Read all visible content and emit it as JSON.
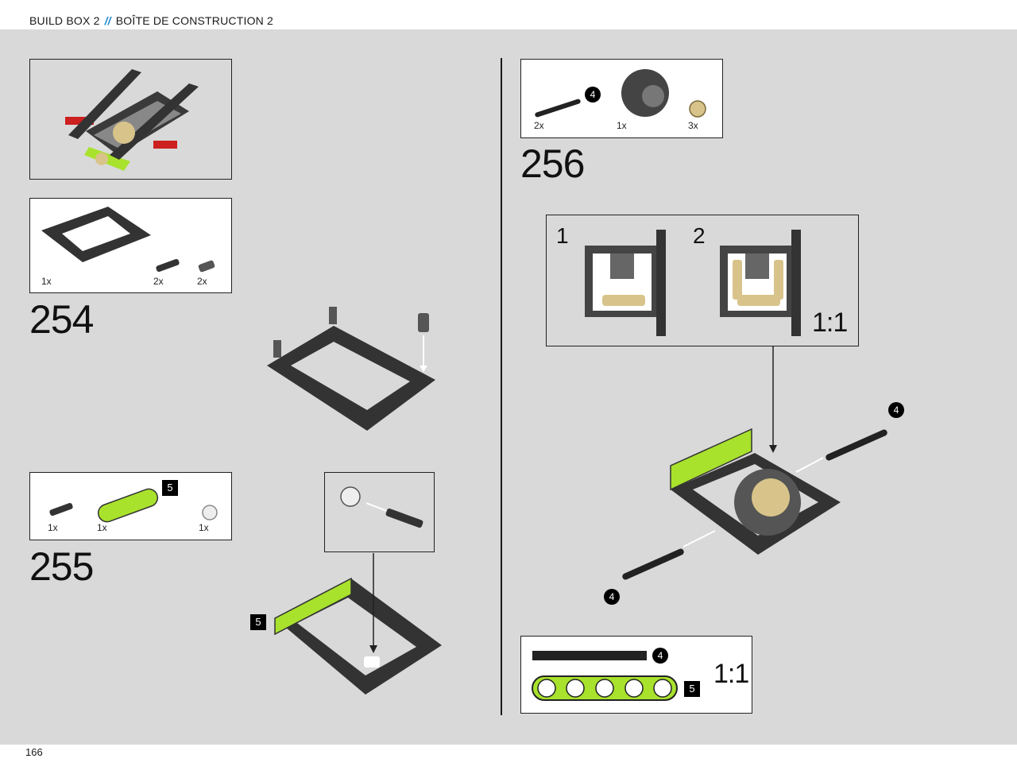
{
  "header": {
    "left": "BUILD BOX 2",
    "separator": "//",
    "right": "BOÎTE DE CONSTRUCTION 2"
  },
  "page_number": "166",
  "step254": {
    "number": "254",
    "parts": [
      {
        "qty": "1x"
      },
      {
        "qty": "2x"
      },
      {
        "qty": "2x"
      }
    ]
  },
  "step255": {
    "number": "255",
    "parts": [
      {
        "qty": "1x"
      },
      {
        "qty": "1x"
      },
      {
        "qty": "1x"
      }
    ],
    "beam_length_badge": "5",
    "callout_badge": "5"
  },
  "step256": {
    "number": "256",
    "parts": [
      {
        "qty": "2x"
      },
      {
        "qty": "1x"
      },
      {
        "qty": "3x"
      }
    ],
    "axle_length_badge": "4",
    "substeps": {
      "one": "1",
      "two": "2",
      "ratio": "1:1"
    },
    "axle_callouts": [
      "4",
      "4"
    ],
    "checker": {
      "axle_badge": "4",
      "beam_badge": "5",
      "ratio": "1:1"
    }
  },
  "colors": {
    "lime": "#a8e22c",
    "dark_beam": "#3a3a3a",
    "accent_blue": "#1f8ad0",
    "red_axle": "#cc1f1f",
    "tan_gear": "#d8c48a"
  }
}
